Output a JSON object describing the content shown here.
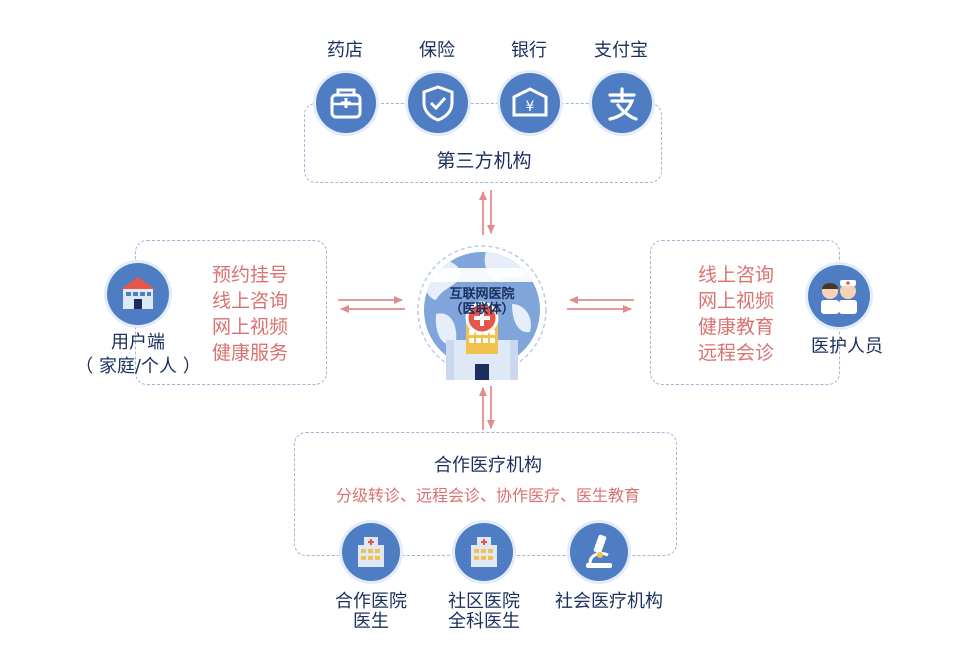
{
  "third_party": {
    "items": [
      {
        "label": "药店",
        "icon": "pharmacy-icon"
      },
      {
        "label": "保险",
        "icon": "shield-check-icon"
      },
      {
        "label": "银行",
        "icon": "bank-icon"
      },
      {
        "label": "支付宝",
        "icon": "alipay-icon"
      }
    ],
    "title": "第三方机构"
  },
  "center": {
    "line1": "互联网医院",
    "line2": "（医联体）"
  },
  "user": {
    "label_line1": "用户端",
    "label_line2": "（ 家庭/个人 ）",
    "services": [
      "预约挂号",
      "线上咨询",
      "网上视频",
      "健康服务"
    ]
  },
  "medical_staff": {
    "label": "医护人员",
    "services": [
      "线上咨询",
      "网上视频",
      "健康教育",
      "远程会诊"
    ]
  },
  "partners": {
    "title": "合作医疗机构",
    "subtitle": "分级转诊、远程会诊、协作医疗、医生教育",
    "items": [
      {
        "line1": "合作医院",
        "line2": "医生"
      },
      {
        "line1": "社区医院",
        "line2": "全科医生"
      },
      {
        "line1": "社会医疗机构",
        "line2": ""
      }
    ]
  },
  "colors": {
    "navy": "#1b2f5e",
    "accent_blue": "#4f7dc4",
    "service_red": "#d9726f",
    "dashed_border": "#9fb6d8",
    "arrow": "#e59a9a"
  }
}
